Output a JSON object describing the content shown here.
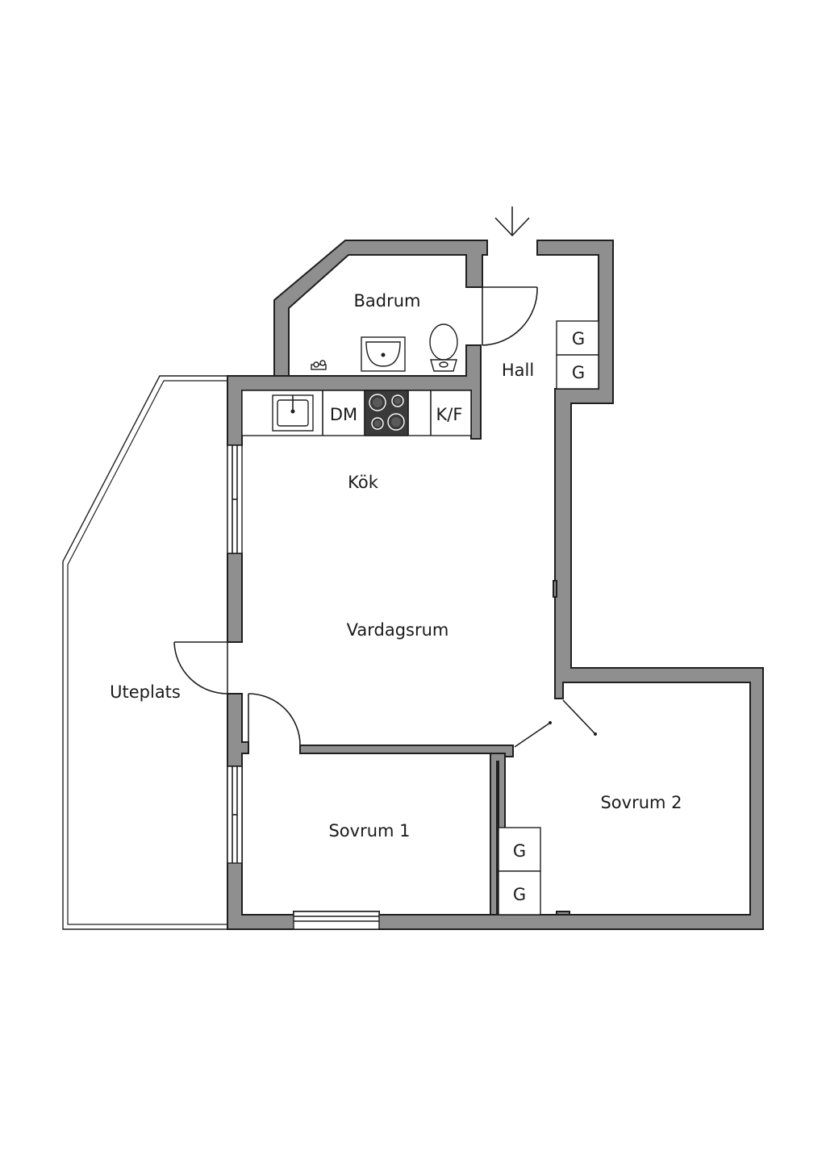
{
  "rooms": {
    "badrum": "Badrum",
    "hall": "Hall",
    "kok": "Kök",
    "vardagsrum": "Vardagsrum",
    "uteplats": "Uteplats",
    "sovrum1": "Sovrum 1",
    "sovrum2": "Sovrum 2"
  },
  "appliances": {
    "dishwasher": "DM",
    "fridge_freezer": "K/F"
  },
  "wardrobes": {
    "hall_top": "G",
    "hall_bottom": "G",
    "sovrum2_top": "G",
    "sovrum2_bottom": "G"
  },
  "colors": {
    "wall_fill": "#8f8f8f",
    "line": "#1f1f1f",
    "stove": "#3a3a3a",
    "background": "#ffffff"
  }
}
